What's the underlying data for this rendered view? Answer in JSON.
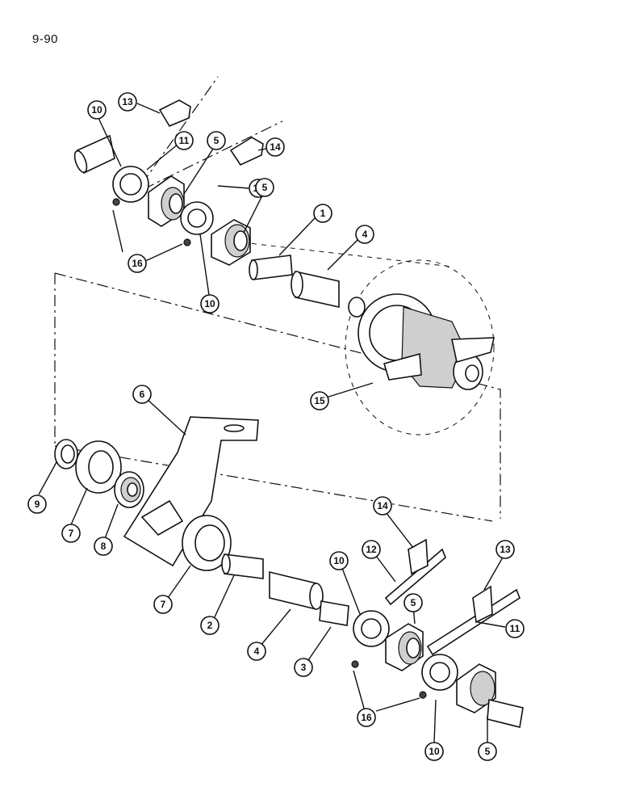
{
  "page": {
    "number": "9-90"
  },
  "callouts": {
    "c13_top": "13",
    "c10_topleft": "10",
    "c11_top": "11",
    "c5_top_a": "5",
    "c14_top": "14",
    "c12_top": "12",
    "c5_top_b": "5",
    "c1": "1",
    "c4_top": "4",
    "c16_top": "16",
    "c10_mid": "10",
    "c6": "6",
    "c15": "15",
    "c9": "9",
    "c7_left": "7",
    "c8": "8",
    "c14_bottom": "14",
    "c12_bottom": "12",
    "c13_bottom": "13",
    "c10_bottom_a": "10",
    "c5_bottom_a": "5",
    "c7_bottom": "7",
    "c2": "2",
    "c4_bottom": "4",
    "c3": "3",
    "c11_bottom": "11",
    "c16_bottom": "16",
    "c10_bottom_b": "10",
    "c5_bottom_b": "5"
  }
}
